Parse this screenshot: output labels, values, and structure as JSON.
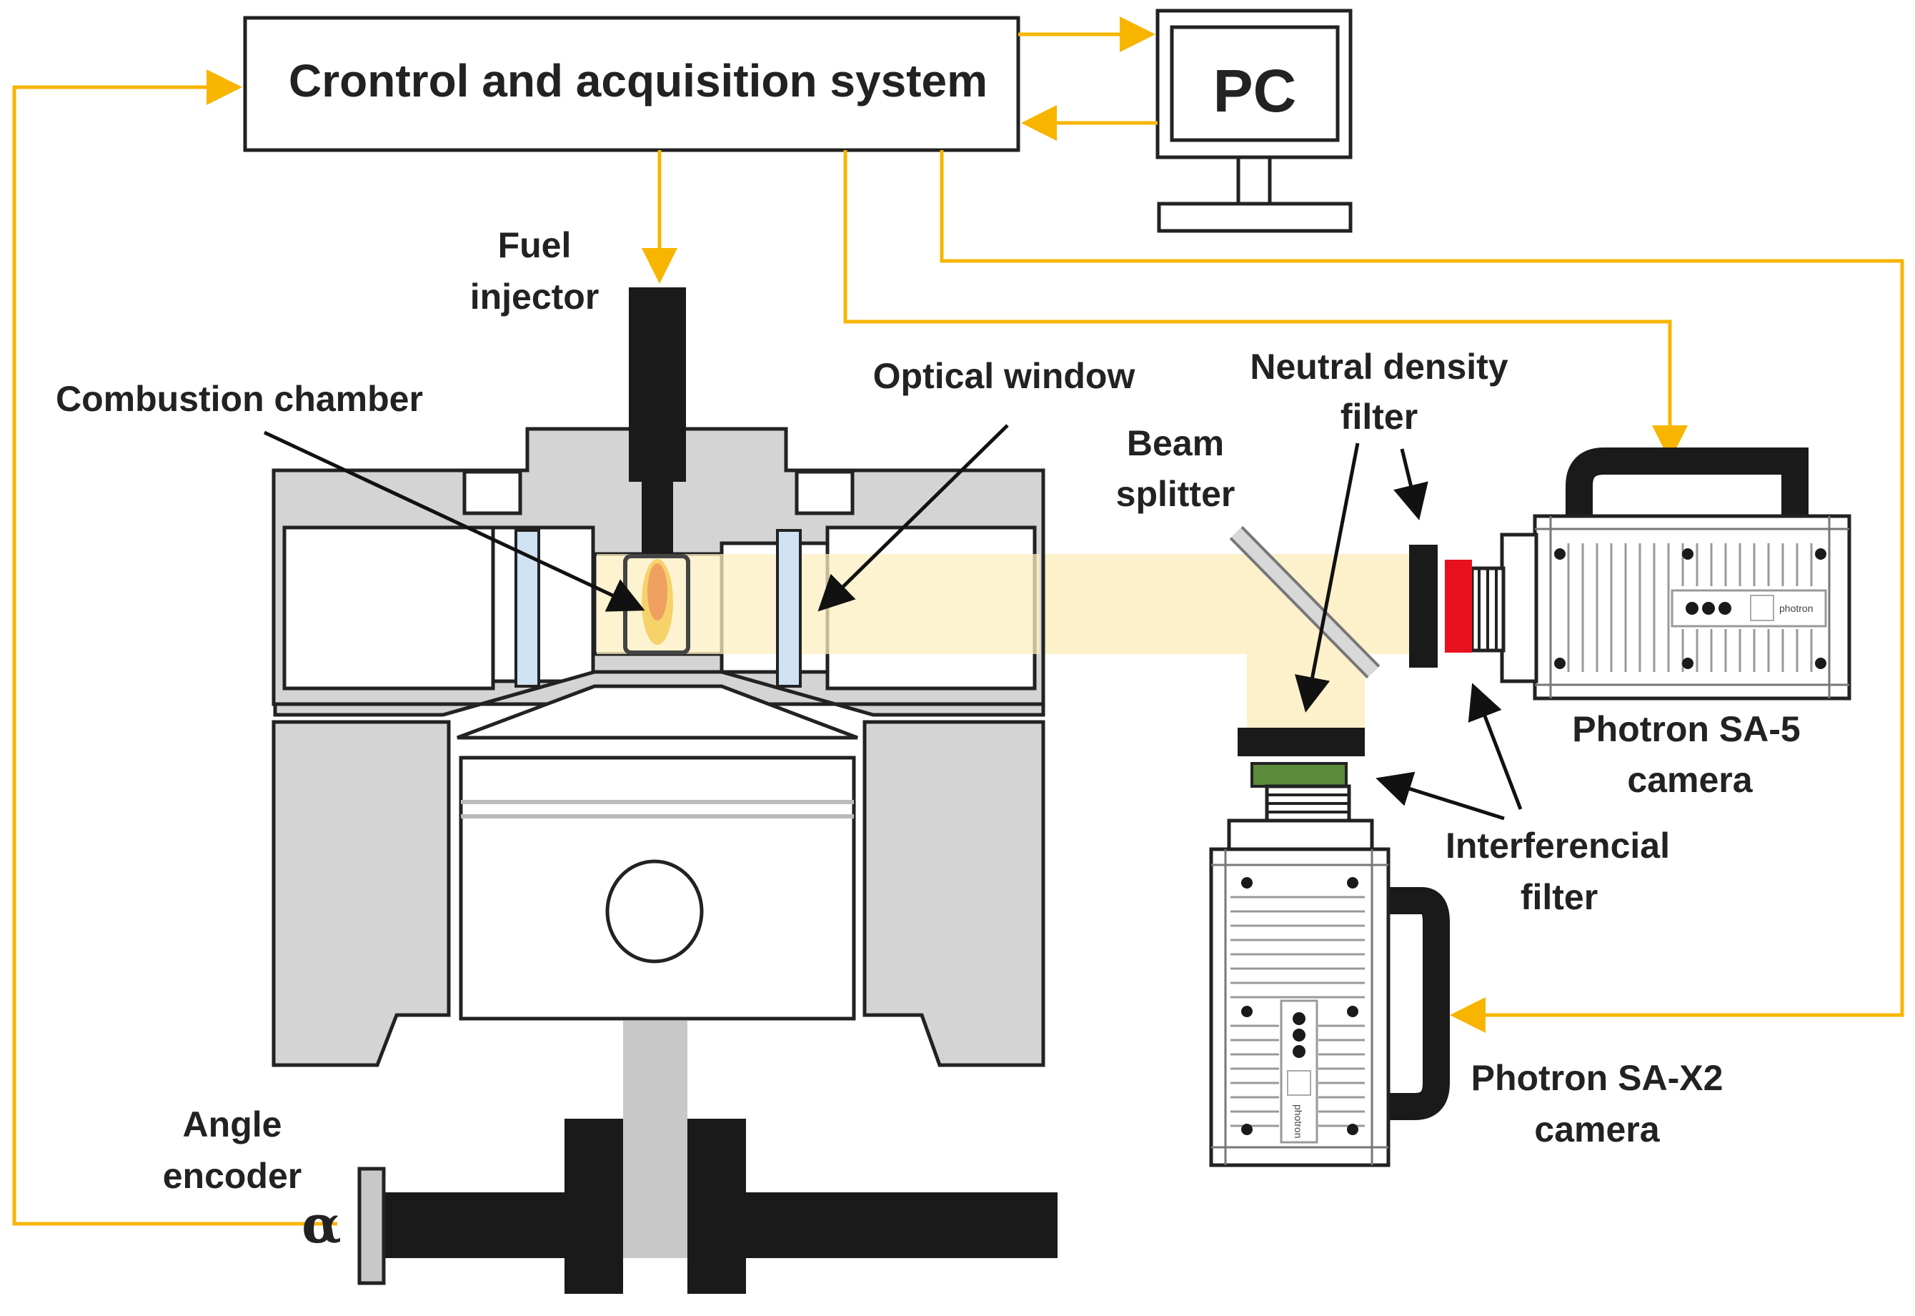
{
  "labels": {
    "control_system": "Crontrol and acquisition system",
    "pc": "PC",
    "fuel_injector_line1": "Fuel",
    "fuel_injector_line2": "injector",
    "combustion_chamber": "Combustion chamber",
    "optical_window": "Optical window",
    "beam_splitter_line1": "Beam",
    "beam_splitter_line2": "splitter",
    "neutral_density_line1": "Neutral density",
    "neutral_density_line2": "filter",
    "camera_sa5_line1": "Photron SA-5",
    "camera_sa5_line2": "camera",
    "interferencial_line1": "Interferencial",
    "interferencial_line2": "filter",
    "camera_sax2_line1": "Photron SA-X2",
    "camera_sax2_line2": "camera",
    "angle_encoder_line1": "Angle",
    "angle_encoder_line2": "encoder",
    "alpha": "α",
    "brand_sa5": "photron",
    "brand_sax2": "photron"
  },
  "colors": {
    "signal_wire": "#f7b500",
    "engine_gray": "#d4d4d4",
    "engine_dark_gray": "#c8c8c8",
    "outline": "#222222",
    "black_part": "#1a1a1a",
    "light_beam": "#fdefc2",
    "window_blue": "#cfe2f3",
    "flame_outer": "#f5d36a",
    "flame_inner": "#f0a060",
    "interferencial_filter_red": "#e8101c",
    "interferencial_filter_green": "#5a8a3a"
  }
}
